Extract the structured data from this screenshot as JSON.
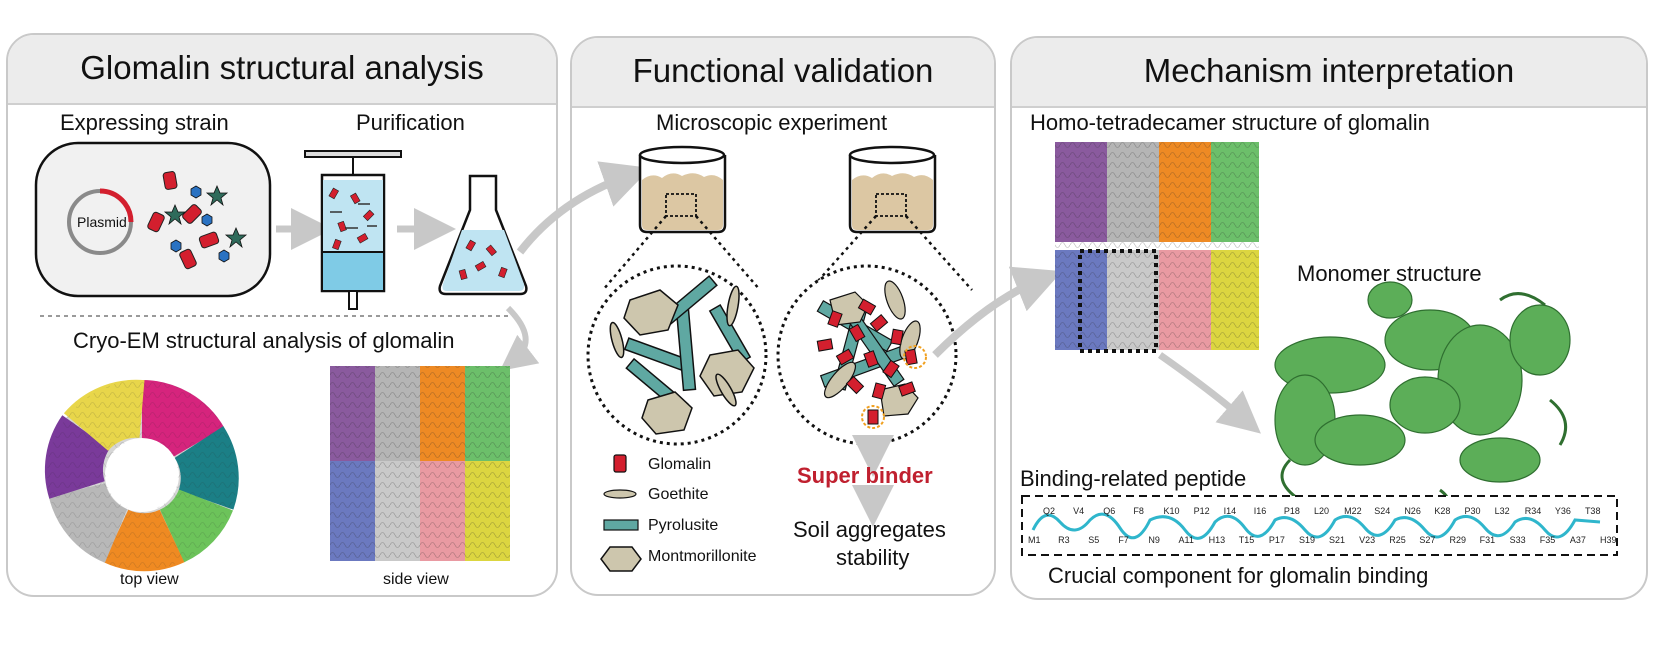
{
  "panels": {
    "left": {
      "title": "Glomalin structural analysis",
      "expressing_strain": "Expressing strain",
      "purification": "Purification",
      "plasmid": "Plasmid",
      "cryo_title": "Cryo-EM structural analysis of glomalin",
      "top_view": "top view",
      "side_view": "side view"
    },
    "middle": {
      "title": "Functional validation",
      "microscopic": "Microscopic experiment",
      "legend": [
        "Glomalin",
        "Goethite",
        "Pyrolusite",
        "Montmorillonite"
      ],
      "super_binder": "Super binder",
      "soil_line1": "Soil aggregates",
      "soil_line2": "stability"
    },
    "right": {
      "title": "Mechanism interpretation",
      "homo": "Homo-tetradecamer structure of glomalin",
      "monomer": "Monomer structure",
      "binding": "Binding-related peptide",
      "crucial": "Crucial component for glomalin binding",
      "residues": [
        "M1",
        "Q2",
        "R3",
        "V4",
        "S5",
        "Q6",
        "F7",
        "F8",
        "N9",
        "K10",
        "A11",
        "P12",
        "H13",
        "I14",
        "T15",
        "I16",
        "P17",
        "P18",
        "S19",
        "L20",
        "S21",
        "M22",
        "V23",
        "S24",
        "R25",
        "N26",
        "S27",
        "K28",
        "R29",
        "P30",
        "F31",
        "L32",
        "S33",
        "R34",
        "F35",
        "Y36",
        "A37",
        "T38",
        "H39"
      ]
    }
  },
  "colors": {
    "glomalin": "#d31f2e",
    "goethite": "#cdc6ad",
    "pyrolusite": "#5fa8a2",
    "montmorillonite": "#cdc6ad",
    "peptide": "#2fb6cc",
    "monomer": "#5cae58",
    "arrow": "#c8c8c8",
    "soil": "#dcc7a3"
  }
}
